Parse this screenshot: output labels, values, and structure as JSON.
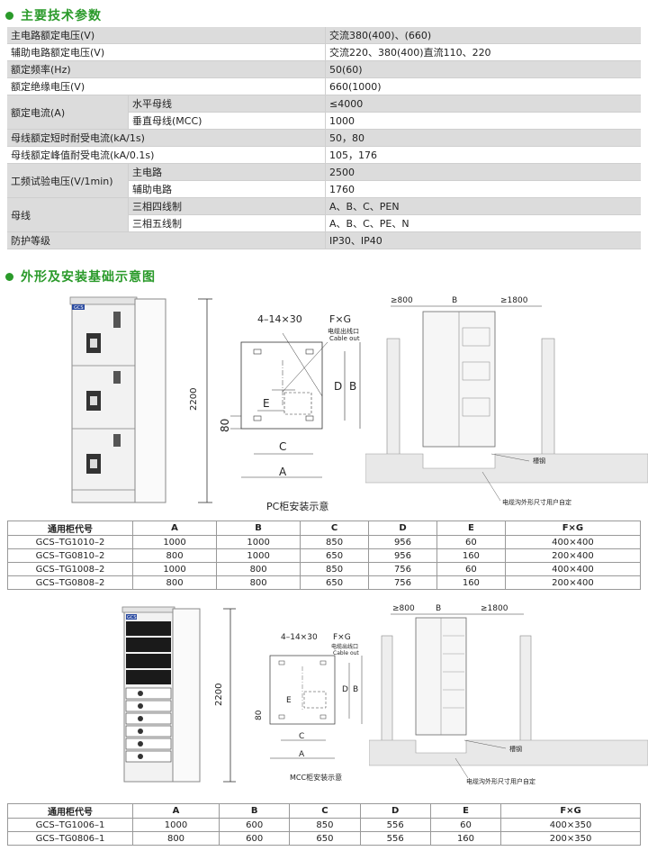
{
  "section1": {
    "title": "主要技术参数"
  },
  "spec_rows": [
    {
      "label": "主电路额定电压(V)",
      "sub": "",
      "value": "交流380(400)、(660)"
    },
    {
      "label": "辅助电路额定电压(V)",
      "sub": "",
      "value": "交流220、380(400)直流110、220"
    },
    {
      "label": "额定频率(Hz)",
      "sub": "",
      "value": "50(60)"
    },
    {
      "label": "额定绝缘电压(V)",
      "sub": "",
      "value": "660(1000)"
    },
    {
      "label": "额定电流(A)",
      "sub": "水平母线",
      "value": "≤4000"
    },
    {
      "label": "",
      "sub": "垂直母线(MCC)",
      "value": "1000"
    },
    {
      "label": "母线额定短时耐受电流(kA/1s)",
      "sub": "",
      "value": "50，80"
    },
    {
      "label": "母线额定峰值耐受电流(kA/0.1s)",
      "sub": "",
      "value": "105，176"
    },
    {
      "label": "工频试验电压(V/1min)",
      "sub": "主电路",
      "value": "2500"
    },
    {
      "label": "",
      "sub": "辅助电路",
      "value": "1760"
    },
    {
      "label": "母线",
      "sub": "三相四线制",
      "value": "A、B、C、PEN"
    },
    {
      "label": "",
      "sub": "三相五线制",
      "value": "A、B、C、PE、N"
    },
    {
      "label": "防护等级",
      "sub": "",
      "value": "IP30、IP40"
    }
  ],
  "section2": {
    "title": "外形及安装基础示意图"
  },
  "fig1": {
    "cabinet_badge": "GCS",
    "height_label": "2200",
    "hole_label": "4–14×30",
    "fg_label": "F×G",
    "cable_cn": "电缆出线口",
    "cable_en": "Cable out",
    "e_label": "E",
    "d_label": "D",
    "b_label": "B",
    "c_label": "C",
    "a_label": "A",
    "eighty_label": "80",
    "caption": "PC柜安装示意",
    "left_clear": "≥800",
    "b_top": "B",
    "right_clear": "≥1800",
    "steel_label": "槽钢",
    "trench_label": "电缆沟外形尺寸用户自定"
  },
  "table1": {
    "headers": [
      "通用柜代号",
      "A",
      "B",
      "C",
      "D",
      "E",
      "F×G"
    ],
    "rows": [
      [
        "GCS–TG1010–2",
        "1000",
        "1000",
        "850",
        "956",
        "60",
        "400×400"
      ],
      [
        "GCS–TG0810–2",
        "800",
        "1000",
        "650",
        "956",
        "160",
        "200×400"
      ],
      [
        "GCS–TG1008–2",
        "1000",
        "800",
        "850",
        "756",
        "60",
        "400×400"
      ],
      [
        "GCS–TG0808–2",
        "800",
        "800",
        "650",
        "756",
        "160",
        "200×400"
      ]
    ]
  },
  "fig2": {
    "cabinet_badge": "GCS",
    "height_label": "2200",
    "hole_label": "4–14×30",
    "fg_label": "F×G",
    "cable_cn": "电缆出线口",
    "cable_en": "Cable out",
    "e_label": "E",
    "d_label": "D",
    "b_label": "B",
    "c_label": "C",
    "a_label": "A",
    "eighty_label": "80",
    "caption": "MCC柜安装示意",
    "left_clear": "≥800",
    "b_top": "B",
    "right_clear": "≥1800",
    "steel_label": "槽钢",
    "trench_label": "电缆沟外形尺寸用户自定"
  },
  "table2": {
    "headers": [
      "通用柜代号",
      "A",
      "B",
      "C",
      "D",
      "E",
      "F×G"
    ],
    "rows": [
      [
        "GCS–TG1006–1",
        "1000",
        "600",
        "850",
        "556",
        "60",
        "400×350"
      ],
      [
        "GCS–TG0806–1",
        "800",
        "600",
        "650",
        "556",
        "160",
        "200×350"
      ]
    ]
  },
  "colors": {
    "accent": "#2a9a2a",
    "cabinet_blue": "#2a4aa0"
  }
}
